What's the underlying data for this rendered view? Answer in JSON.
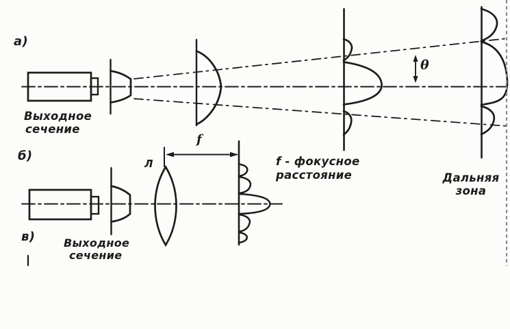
{
  "figure_title": "",
  "panels": {
    "a": "а)",
    "b": "б)",
    "v": "в)"
  },
  "labels": {
    "output_section_a": {
      "line1": "Выходное",
      "line2": "сечение"
    },
    "output_section_b": {
      "line1": "Выходное",
      "line2": "сечение"
    },
    "theta": "θ",
    "lens": "Л",
    "f_dim": "f",
    "focal_caption": {
      "line1": "f - фокусное",
      "line2": "расстояние"
    },
    "far_zone": {
      "line1": "Дальняя",
      "line2": "зона"
    }
  },
  "colors": {
    "ink": "#1d1c1a",
    "paper": "#fcfcfa",
    "border_dash": "#8b8b95"
  }
}
